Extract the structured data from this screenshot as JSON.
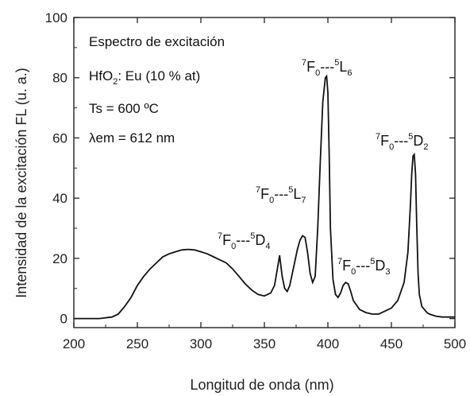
{
  "chart_data": {
    "type": "line",
    "title": "",
    "xlabel": "Longitud de onda (nm)",
    "ylabel": "Intensidad de la excitación FL (u. a.)",
    "xlim": [
      200,
      500
    ],
    "ylim": [
      -3,
      100
    ],
    "xticks": [
      "200",
      "250",
      "300",
      "350",
      "400",
      "450",
      "500"
    ],
    "yticks": [
      "0",
      "20",
      "40",
      "60",
      "80",
      "100"
    ],
    "grid": false,
    "annotations_text": {
      "line1": "Espectro de excitación",
      "line2_main": "HfO",
      "line2_sub": "2",
      "line2_rest": ": Eu (10 % at)",
      "line3_main": "Ts = 600 ",
      "line3_unit": "ºC",
      "line4": "λem = 612 nm"
    },
    "peak_labels": [
      {
        "text_pre_sup": "7",
        "text_F": "F",
        "text_F_sub": "0",
        "text_dash": "---",
        "text_sup": "5",
        "text_main": "D",
        "text_sub": "4"
      },
      {
        "text_pre_sup": "7",
        "text_F": "F",
        "text_F_sub": "0",
        "text_dash": "---",
        "text_sup": "5",
        "text_main": "L",
        "text_sub": "7"
      },
      {
        "text_pre_sup": "7",
        "text_F": "F",
        "text_F_sub": "0",
        "text_dash": "---",
        "text_sup": "5",
        "text_main": "L",
        "text_sub": "6"
      },
      {
        "text_pre_sup": "7",
        "text_F": "F",
        "text_F_sub": "0",
        "text_dash": "---",
        "text_sup": "5",
        "text_main": "D",
        "text_sub": "3"
      },
      {
        "text_pre_sup": "7",
        "text_F": "F",
        "text_F_sub": "0",
        "text_dash": "---",
        "text_sup": "5",
        "text_main": "D",
        "text_sub": "2"
      }
    ],
    "series": [
      {
        "color": "#111111",
        "x": [
          200,
          210,
          220,
          230,
          235,
          240,
          245,
          250,
          255,
          260,
          265,
          270,
          275,
          280,
          285,
          290,
          295,
          300,
          305,
          310,
          315,
          320,
          325,
          330,
          335,
          340,
          345,
          350,
          355,
          358,
          360,
          362,
          364,
          366,
          368,
          370,
          372,
          374,
          376,
          378,
          380,
          382,
          384,
          386,
          388,
          390,
          392,
          394,
          396,
          398,
          399,
          400,
          401,
          402,
          404,
          406,
          408,
          410,
          412,
          414,
          416,
          418,
          420,
          425,
          430,
          435,
          440,
          445,
          450,
          455,
          460,
          463,
          465,
          466,
          467,
          468,
          469,
          470,
          471,
          472,
          474,
          476,
          478,
          480,
          485,
          490,
          495,
          500
        ],
        "y": [
          0,
          0,
          0,
          0.5,
          1.5,
          4,
          7,
          11,
          14,
          16.5,
          18.5,
          20.5,
          21.5,
          22.2,
          22.8,
          23,
          22.8,
          22.2,
          21.5,
          20.5,
          19.5,
          18.5,
          16.5,
          14,
          11.5,
          9.5,
          8,
          7.5,
          8.5,
          11,
          16,
          21,
          14,
          10,
          9,
          11,
          15,
          19,
          23,
          26,
          27.5,
          27,
          22,
          15,
          12,
          14,
          30,
          52,
          72,
          80,
          80.5,
          75,
          55,
          30,
          13,
          8,
          7,
          8.5,
          11,
          12,
          11.5,
          9,
          6,
          3,
          2,
          1.5,
          1.5,
          2.5,
          3.5,
          6,
          12,
          22,
          38,
          48,
          54,
          54.5,
          48,
          30,
          15,
          8,
          4,
          3,
          2,
          1.5,
          0.8,
          0.5,
          0.5,
          0.5
        ]
      }
    ]
  }
}
